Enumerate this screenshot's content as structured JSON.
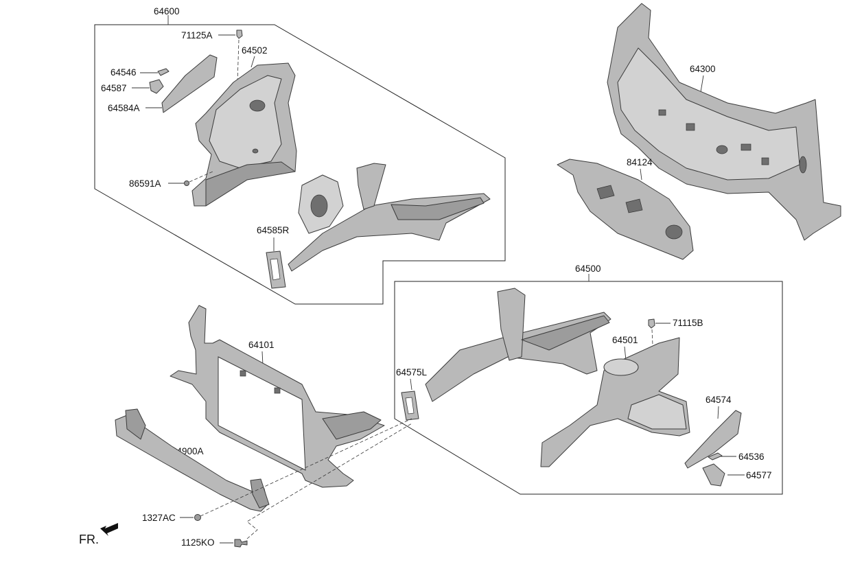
{
  "labels": {
    "p64600": "64600",
    "p71125A": "71125A",
    "p64502": "64502",
    "p64546": "64546",
    "p64587": "64587",
    "p64584A": "64584A",
    "p86591A": "86591A",
    "p64585R": "64585R",
    "p64300": "64300",
    "p84124": "84124",
    "p64500": "64500",
    "p71115B": "71115B",
    "p64501": "64501",
    "p64575L": "64575L",
    "p64574": "64574",
    "p64536": "64536",
    "p64577": "64577",
    "p64101": "64101",
    "p64900A": "64900A",
    "p1327AC": "1327AC",
    "p1125KO": "1125KO"
  },
  "direction": {
    "label": "FR."
  }
}
